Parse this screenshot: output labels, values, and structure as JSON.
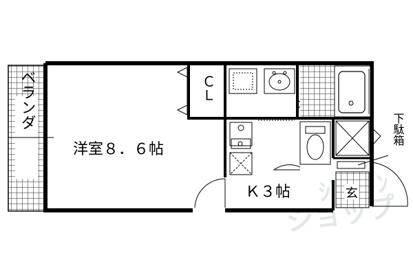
{
  "floor_plan": {
    "rooms": {
      "veranda": "ベランダ",
      "western_room": "洋室８．６帖",
      "closet": "ＣＬ",
      "kitchen": "Ｋ３帖",
      "entrance": "玄",
      "shoe_box": "下駄箱"
    },
    "watermark": "ジャパンショップ"
  }
}
